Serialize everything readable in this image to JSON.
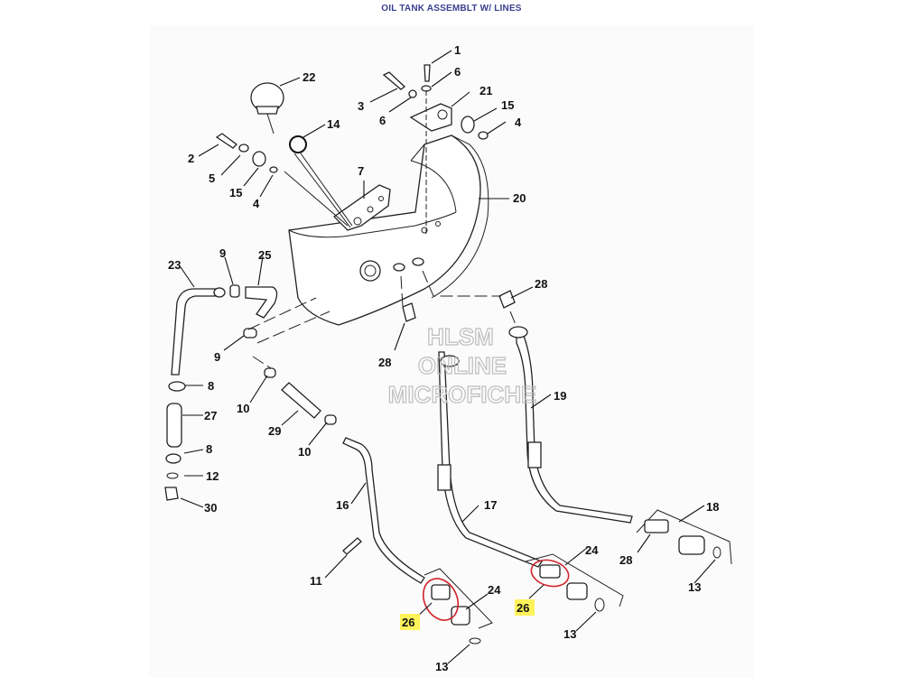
{
  "title": "OIL TANK ASSEMBLT W/ LINES",
  "watermark": [
    "HLSM",
    "ONLINE",
    "MICROFICHE"
  ],
  "highlight_color": "#fff35a",
  "circle_color": "#d0242c",
  "callouts": {
    "c1": "1",
    "c6a": "6",
    "c6b": "6",
    "c3": "3",
    "c21": "21",
    "c15a": "15",
    "c4a": "4",
    "c22": "22",
    "c14": "14",
    "c2": "2",
    "c5": "5",
    "c15b": "15",
    "c4b": "4",
    "c7": "7",
    "c20": "20",
    "c23": "23",
    "c9a": "9",
    "c25": "25",
    "c9b": "9",
    "c28a": "28",
    "c28b": "28",
    "c8a": "8",
    "c27": "27",
    "c8b": "8",
    "c12": "12",
    "c30": "30",
    "c10a": "10",
    "c29": "29",
    "c10b": "10",
    "c19": "19",
    "c16": "16",
    "c17": "17",
    "c18": "18",
    "c28c": "28",
    "c11": "11",
    "c24a": "24",
    "c24b": "24",
    "c26a": "26",
    "c26b": "26",
    "c13a": "13",
    "c13b": "13",
    "c13c": "13"
  }
}
